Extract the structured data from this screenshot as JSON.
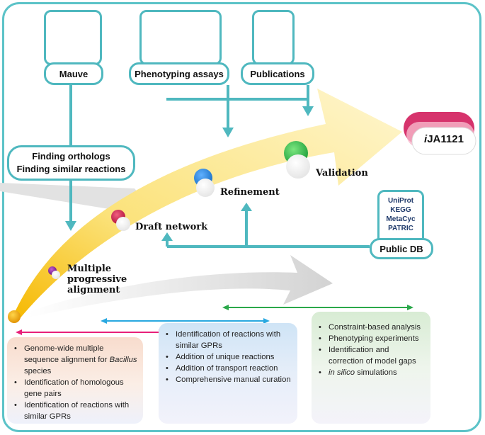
{
  "sources": {
    "mauve": "Mauve",
    "phenotyping": "Phenotyping assays",
    "publications": "Publications"
  },
  "orthologs": {
    "line1": "Finding orthologs",
    "line2": "Finding similar reactions"
  },
  "stages": {
    "alignment": [
      "Multiple",
      "progressive",
      "alignment"
    ],
    "draft": "Draft network",
    "refinement": "Refinement",
    "validation": "Validation"
  },
  "model": {
    "prefix": "i",
    "name": "JA1121"
  },
  "public_db": {
    "label": "Public DB",
    "databases": [
      "UniProt",
      "KEGG",
      "MetaCyc",
      "PATRIC"
    ]
  },
  "panels": {
    "left": [
      "Genome-wide multiple sequence alignment for",
      "Bacillus",
      "species",
      "Identification of homologous gene pairs",
      "Identification of reactions with similar GPRs"
    ],
    "middle": [
      "Identification of reactions with similar GPRs",
      "Addition of unique reactions",
      "Addition of transport reaction",
      "Comprehensive manual curation"
    ],
    "right": [
      "Constraint-based analysis",
      "Phenotyping experiments",
      "Identification and correction of model gaps",
      "in silico",
      "simulations"
    ]
  },
  "colors": {
    "frame": "#5cc3c8",
    "connector": "#4fb8bf",
    "arrow_yellow": "#f6c93a",
    "model_pink": "#d6336c",
    "refinement_blue": "#1a6fc4",
    "validation_green": "#27b24a",
    "draft_red": "#b0103a",
    "alignment_purple": "#7a1a8c",
    "phase_pink": "#e8207a",
    "phase_blue": "#29a8e0",
    "phase_green": "#2aa84a"
  }
}
